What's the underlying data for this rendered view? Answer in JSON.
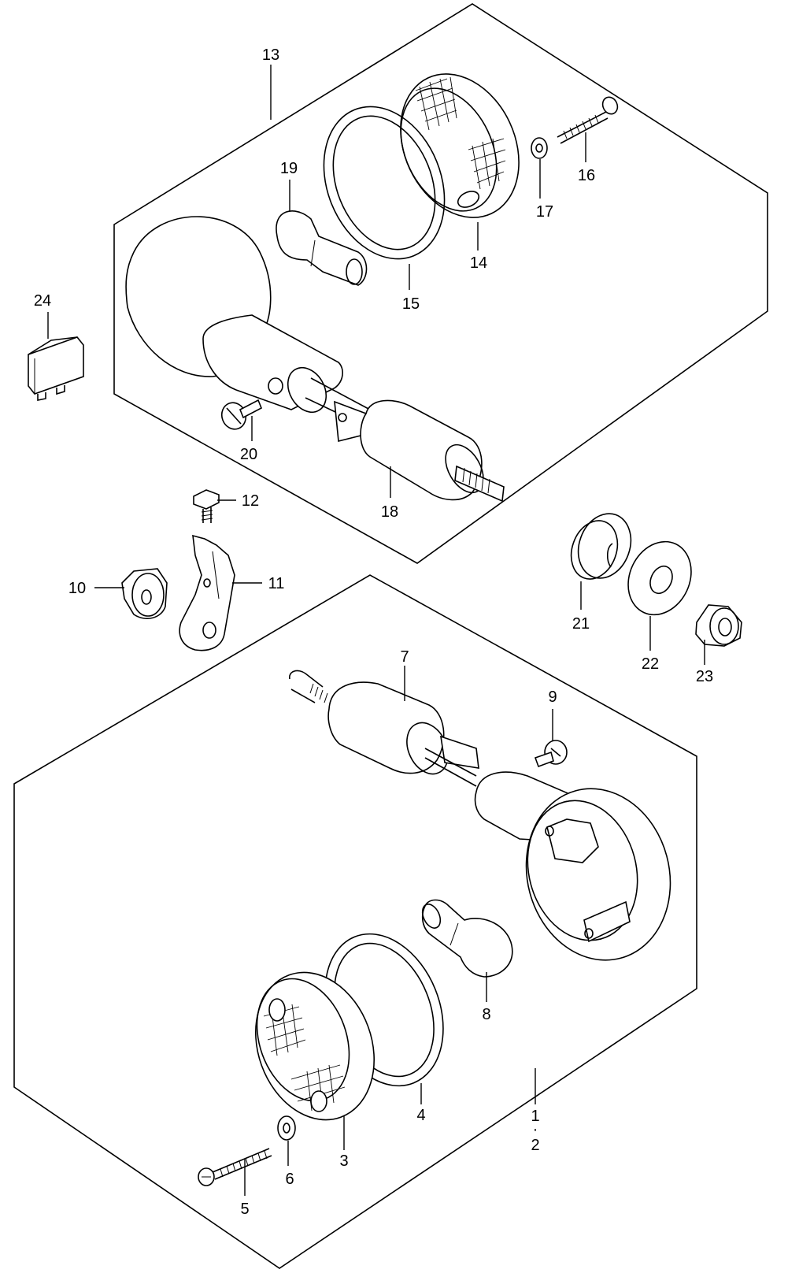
{
  "callouts": {
    "c1": "1",
    "c1_dot": "·",
    "c2": "2",
    "c3": "3",
    "c4": "4",
    "c5": "5",
    "c6": "6",
    "c7": "7",
    "c8": "8",
    "c9": "9",
    "c10": "10",
    "c11": "11",
    "c12": "12",
    "c13": "13",
    "c14": "14",
    "c15": "15",
    "c16": "16",
    "c17": "17",
    "c18": "18",
    "c19": "19",
    "c20": "20",
    "c21": "21",
    "c22": "22",
    "c23": "23",
    "c24": "24"
  },
  "colors": {
    "line": "#000000",
    "background": "#ffffff"
  }
}
